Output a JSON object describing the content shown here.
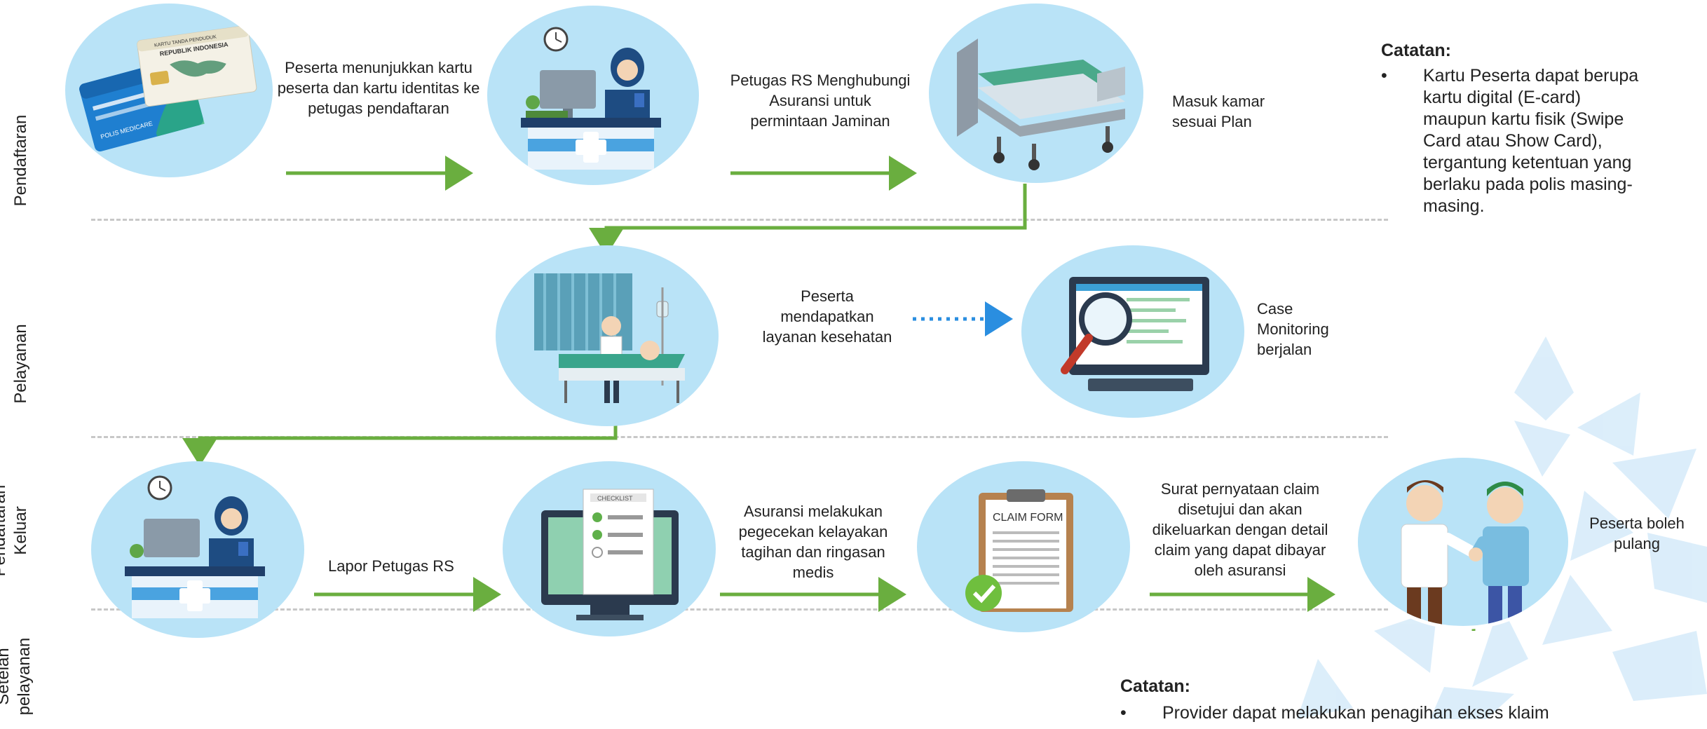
{
  "lanes": {
    "pendaftaran": "Pendaftaran",
    "pelayanan": "Pelayanan",
    "keluar_1": "Pendaftaran",
    "keluar_2": "Keluar",
    "setelah_1": "Setelah",
    "setelah_2": "pelayanan"
  },
  "steps": {
    "show_card": "Peserta menunjukkan kartu peserta dan kartu identitas ke petugas pendaftaran",
    "contact_insurer": "Petugas RS Menghubungi Asuransi untuk permintaan Jaminan",
    "room": "Masuk kamar sesuai Plan",
    "care": "Peserta mendapatkan layanan kesehatan",
    "monitoring": "Case Monitoring berjalan",
    "report": "Lapor Petugas RS",
    "check": "Asuransi melakukan pegecekan kelayakan tagihan dan ringasan medis",
    "approval": "Surat pernyataan claim disetujui dan akan dikeluarkan dengan detail claim yang dapat dibayar oleh asuransi",
    "go_home": "Peserta boleh pulang"
  },
  "illustrations": {
    "card_title": "KARTU TANDA PENDUDUK",
    "card_subtitle": "REPUBLIK INDONESIA",
    "card_blue": "POLIS MEDICARE",
    "checklist": "CHECKLIST",
    "claim_form": "CLAIM FORM"
  },
  "notes": {
    "top": {
      "title": "Catatan:",
      "lines": [
        "Kartu Peserta dapat berupa",
        "kartu digital (E-card)",
        "maupun kartu fisik (Swipe",
        "Card atau Show Card),",
        "tergantung ketentuan yang",
        "berlaku pada polis masing-",
        "masing."
      ]
    },
    "bottom": {
      "title": "Catatan:",
      "line": "Provider dapat melakukan penagihan ekses klaim"
    }
  },
  "colors": {
    "circle": "#b9e3f7",
    "arrow_green": "#6aae3f",
    "arrow_blue": "#2a8ee0",
    "decor": "#d8ecfa"
  }
}
